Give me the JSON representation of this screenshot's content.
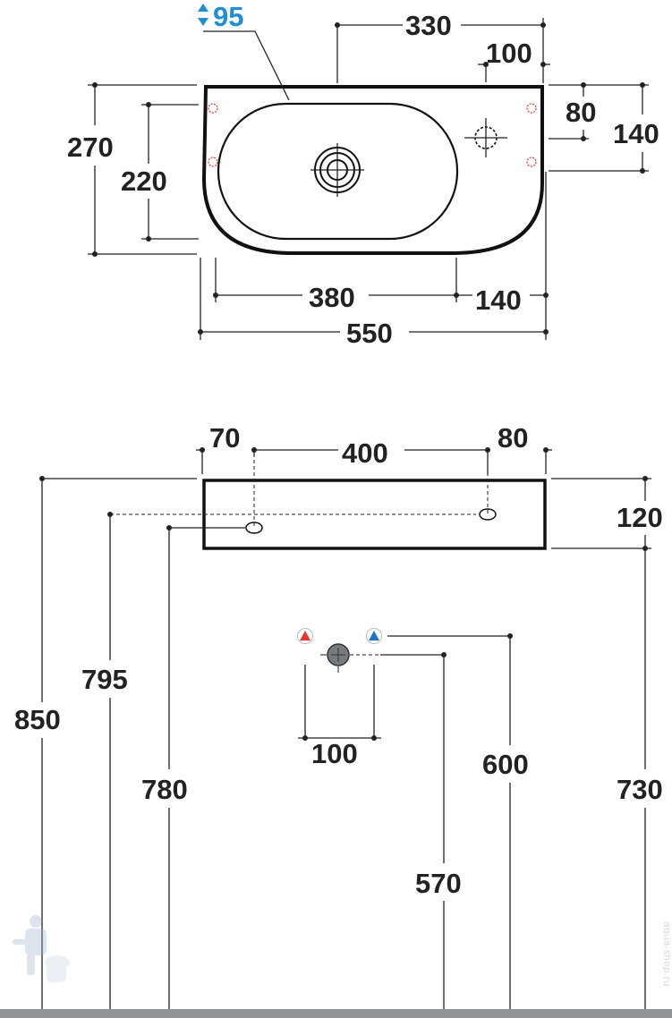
{
  "top_view": {
    "drain_hole": "95",
    "width_330": "330",
    "offset_100": "100",
    "overall_depth": "270",
    "bowl_depth": "220",
    "depth_80": "80",
    "depth_140": "140",
    "bowl_width": "380",
    "side_140": "140",
    "overall_width": "550"
  },
  "front_view": {
    "left_70": "70",
    "center_400": "400",
    "right_80": "80",
    "thickness_120": "120",
    "height_850": "850",
    "height_795": "795",
    "height_780": "780",
    "supply_spacing": "100",
    "height_600": "600",
    "height_570": "570",
    "height_730": "730"
  },
  "colors": {
    "accent_blue": "#1e8fd2",
    "hot_red": "#e33a2c",
    "cold_blue": "#1d76c9",
    "floor_gray": "#8f9396",
    "waste_gray": "#777b80"
  },
  "watermark": {
    "text": "aqua-shop.ru"
  }
}
